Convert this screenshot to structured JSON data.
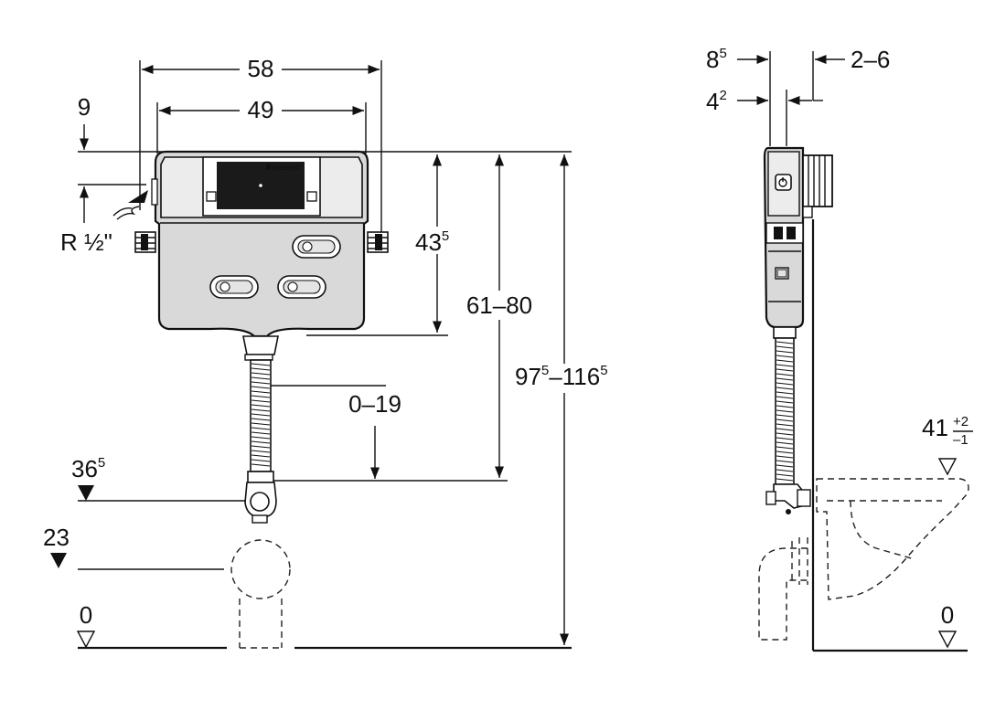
{
  "front_view": {
    "width_outer": "58",
    "width_inner": "49",
    "top_offset": "9",
    "inlet_thread": "R ½\"",
    "valve_height_main": "43",
    "valve_height_sup": "5",
    "flush_range": "61–80",
    "adjust_range": "0–19",
    "total_height_a": "97",
    "total_height_a_sup": "5",
    "total_height_sep": "–116",
    "total_height_b_sup": "5",
    "outlet_height_main": "36",
    "outlet_height_sup": "5",
    "pipe_height": "23",
    "floor_level": "0",
    "brand": "GEBERIT"
  },
  "side_view": {
    "depth_a_main": "8",
    "depth_a_sup": "5",
    "depth_b": "2–6",
    "depth_c_main": "4",
    "depth_c_sup": "2",
    "bowl_height_main": "41",
    "bowl_tol_plus": "+2",
    "bowl_tol_minus": "–1",
    "floor_level": "0"
  }
}
